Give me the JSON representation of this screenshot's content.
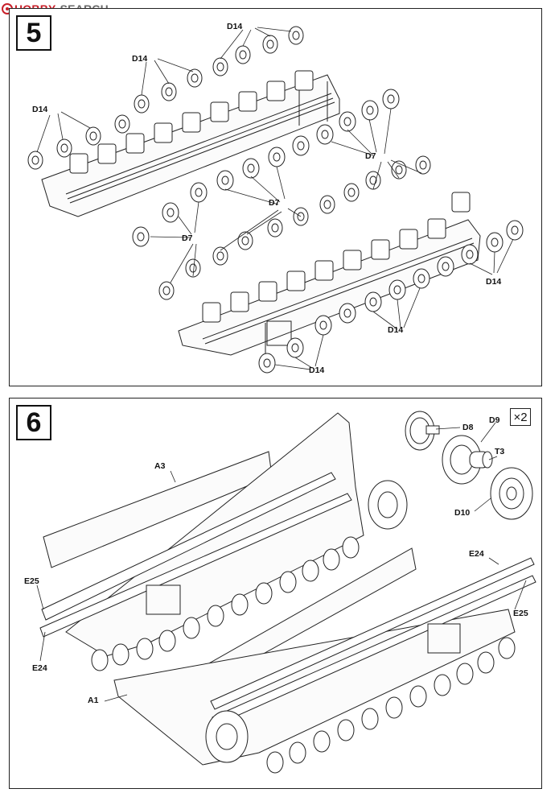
{
  "watermark": {
    "hobby": "HOBBY",
    "search": "SEARCH",
    "prefix": "H"
  },
  "steps": [
    {
      "number": "5",
      "labels": {
        "d14_top": "D14",
        "d14_upper": "D14",
        "d14_left": "D14",
        "d7_right": "D7",
        "d7_center": "D7",
        "d7_left": "D7",
        "d14_right": "D14",
        "d14_mid": "D14",
        "d14_bottom": "D14"
      }
    },
    {
      "number": "6",
      "quantity": "×2",
      "labels": {
        "d8": "D8",
        "d9": "D9",
        "t3": "T3",
        "d10": "D10",
        "a3": "A3",
        "e25_left": "E25",
        "e24_left": "E24",
        "a1": "A1",
        "e24_right": "E24",
        "e25_right": "E25"
      }
    }
  ]
}
